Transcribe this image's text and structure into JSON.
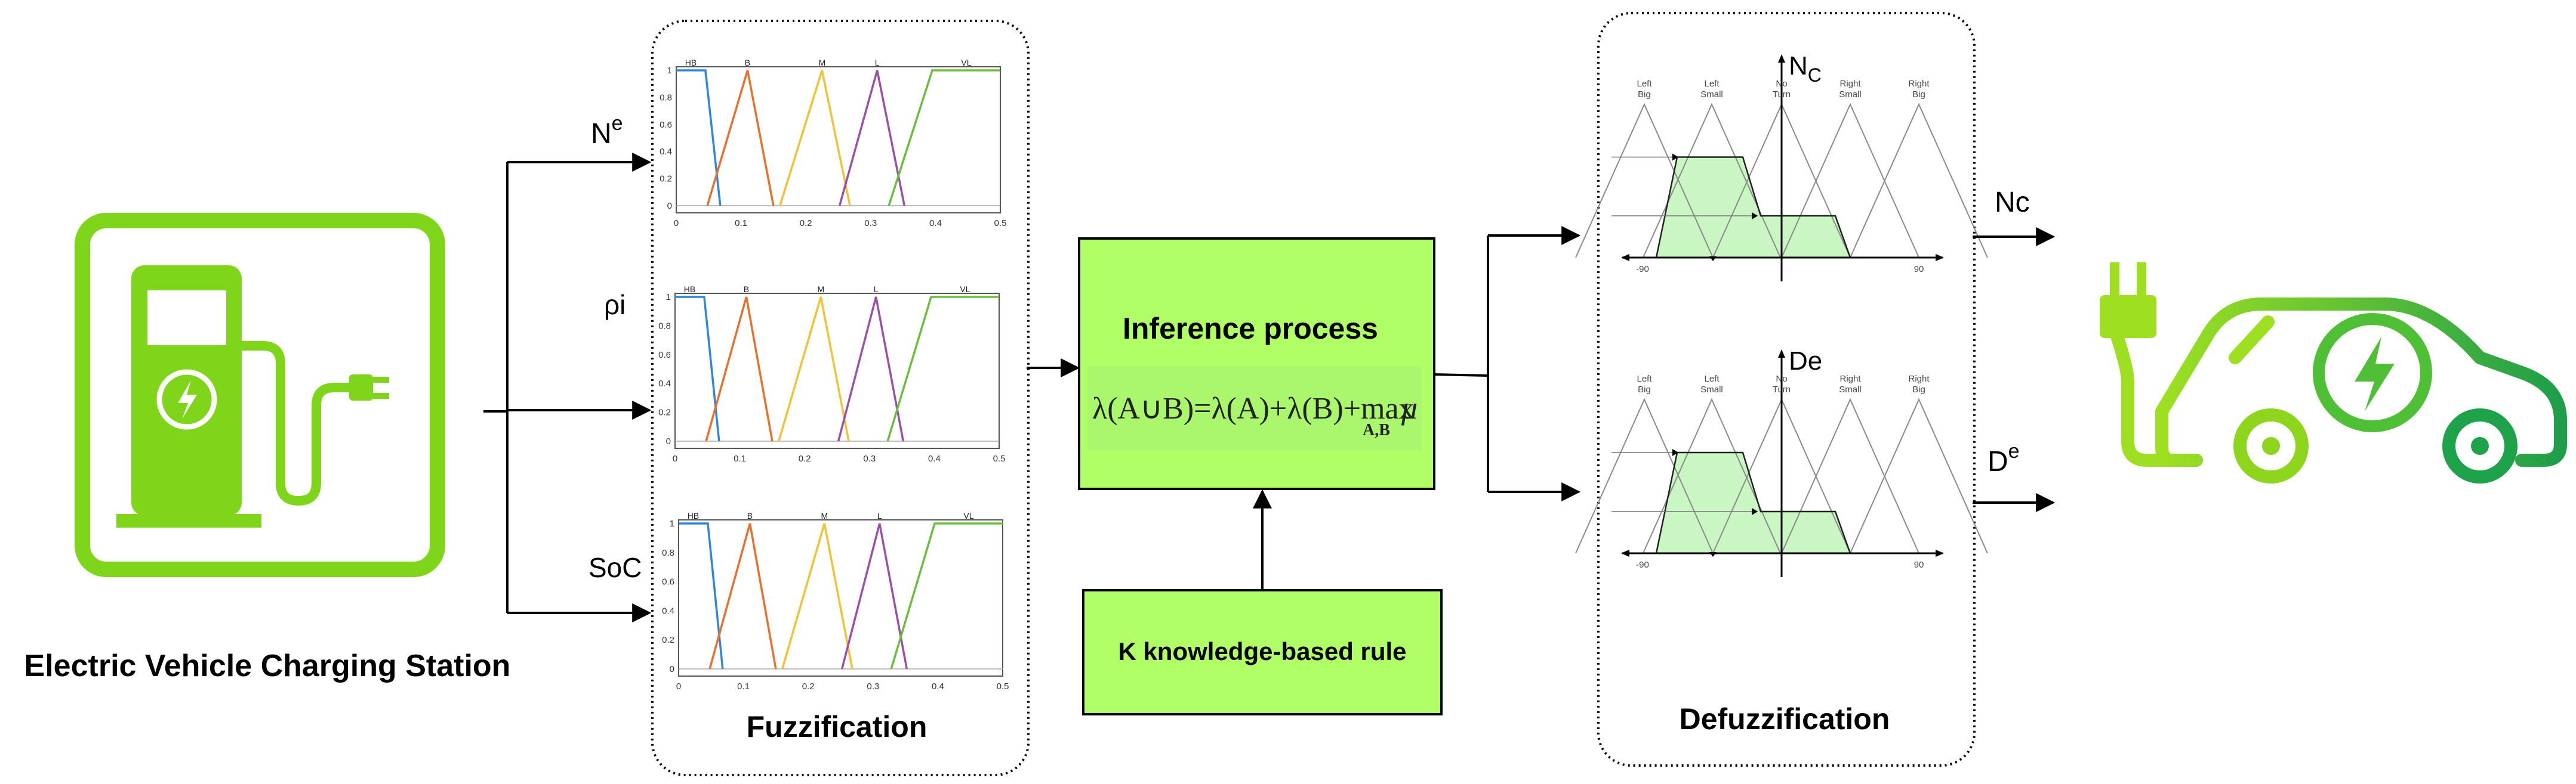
{
  "station": {
    "label": "Electric Vehicle Charging Station"
  },
  "inputs": [
    {
      "name": "N",
      "sup": "e"
    },
    {
      "name": "ρi",
      "sup": ""
    },
    {
      "name": "SoC",
      "sup": ""
    }
  ],
  "fuzzification": {
    "title": "Fuzzification",
    "mf_labels": [
      "HB",
      "B",
      "M",
      "L",
      "VL"
    ],
    "y_ticks": [
      "0",
      "0.2",
      "0.4",
      "0.6",
      "0.8",
      "1"
    ],
    "x_ticks": [
      "0",
      "0.1",
      "0.2",
      "0.3",
      "0.4",
      "0.5"
    ],
    "mf_colors": [
      "#2e86de",
      "#e8702a",
      "#f1c232",
      "#9b4fa8",
      "#6abf3a"
    ]
  },
  "inference": {
    "title": "Inference process",
    "formula_main": "λ(A∪B)=λ(A)+λ(B)+",
    "formula_max": "max",
    "formula_mu": "μ",
    "formula_sub": "A,B"
  },
  "knowledge": {
    "label": "K knowledge-based rule"
  },
  "defuzzification": {
    "title": "Defuzzification",
    "plots": [
      {
        "axis_name": "N",
        "axis_sub": "C",
        "axis_sup": ""
      },
      {
        "axis_name": "De",
        "axis_sub": "",
        "axis_sup": ""
      }
    ],
    "set_labels": [
      [
        "Left",
        "Big"
      ],
      [
        "Left",
        "Small"
      ],
      [
        "No",
        "Turn"
      ],
      [
        "Right",
        "Small"
      ],
      [
        "Right",
        "Big"
      ]
    ],
    "x_min_label": "-90",
    "x_max_label": "90"
  },
  "outputs": [
    {
      "name": "Nc",
      "sup": ""
    },
    {
      "name": "D",
      "sup": "e"
    }
  ],
  "colors": {
    "green_box": "#b1ff66",
    "icon_green": "#7fd51a",
    "car_light": "#8ed61e",
    "car_dark": "#1ea24a",
    "shade": "#c6f5c0"
  }
}
